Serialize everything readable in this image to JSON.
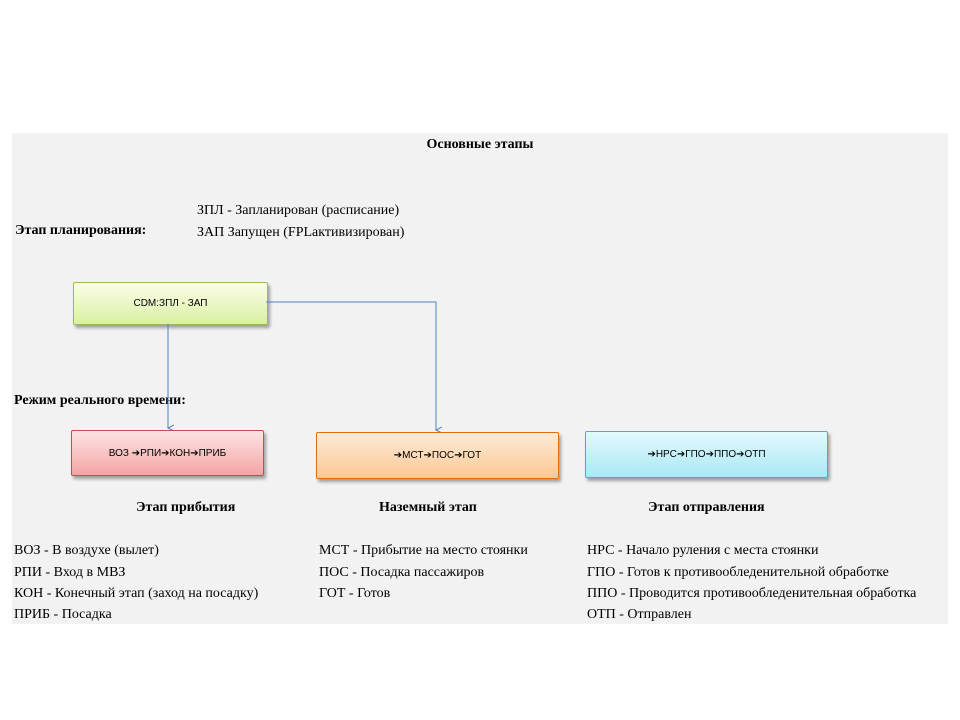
{
  "header": {
    "title": "Основные этапы"
  },
  "planning": {
    "label": "Этап планирования:",
    "line1": "ЗПЛ - Запланирован (расписание)",
    "line2": "ЗАП Запущен (FPLактивизирован)",
    "box_label": "CDM:ЗПЛ - ЗАП"
  },
  "realtime": {
    "label": "Режим реального времени:"
  },
  "boxes": {
    "arrival": "ВОЗ ➔РПИ➔КОН➔ПРИБ",
    "ground": "➔МСТ➔ПОС➔ГОТ",
    "departure": "➔НРС➔ГПО➔ППО➔ОТП"
  },
  "stages": {
    "arrival": {
      "title": "Этап прибытия",
      "items": [
        "ВОЗ - В воздухе (вылет)",
        "РПИ - Вход в МВЗ",
        "КОН - Конечный этап (заход на посадку)",
        "ПРИБ - Посадка"
      ]
    },
    "ground": {
      "title": "Наземный этап",
      "items": [
        "МСТ - Прибытие на место стоянки",
        "ПОС - Посадка пассажиров",
        "ГОТ - Готов"
      ]
    },
    "departure": {
      "title": "Этап отправления",
      "items": [
        "НРС - Начало руления с места стоянки",
        "ГПО - Готов к противообледенительной обработке",
        "ППО - Проводится противообледенительная обработка",
        "ОТП - Отправлен"
      ]
    }
  },
  "colors": {
    "panel": "#f2f2f2",
    "connector": "#4f81bd",
    "plan_box": "#d9f0a3",
    "arrival_box": "#f4a5a5",
    "ground_box": "#fbc894",
    "departure_box": "#aae8f6"
  }
}
